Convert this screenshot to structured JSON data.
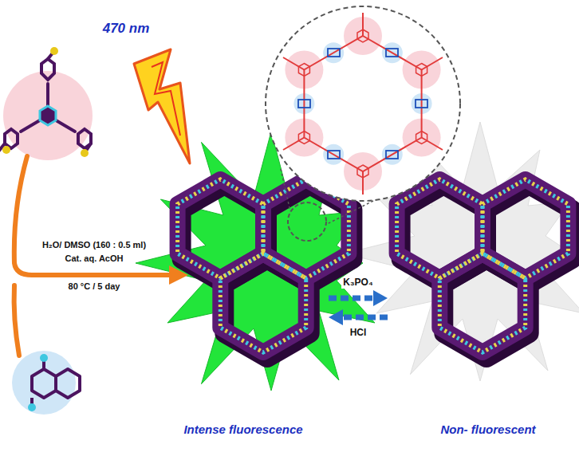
{
  "diagram": {
    "labels": [
      "470 nm",
      "H₂O/ DMSO (160 : 0.5 ml)",
      "Cat. aq. AcOH",
      "80 °C / 5 day",
      "K₃PO₄",
      "HCl",
      "Intense fluorescence",
      "Non- fluorescent"
    ]
  }
}
